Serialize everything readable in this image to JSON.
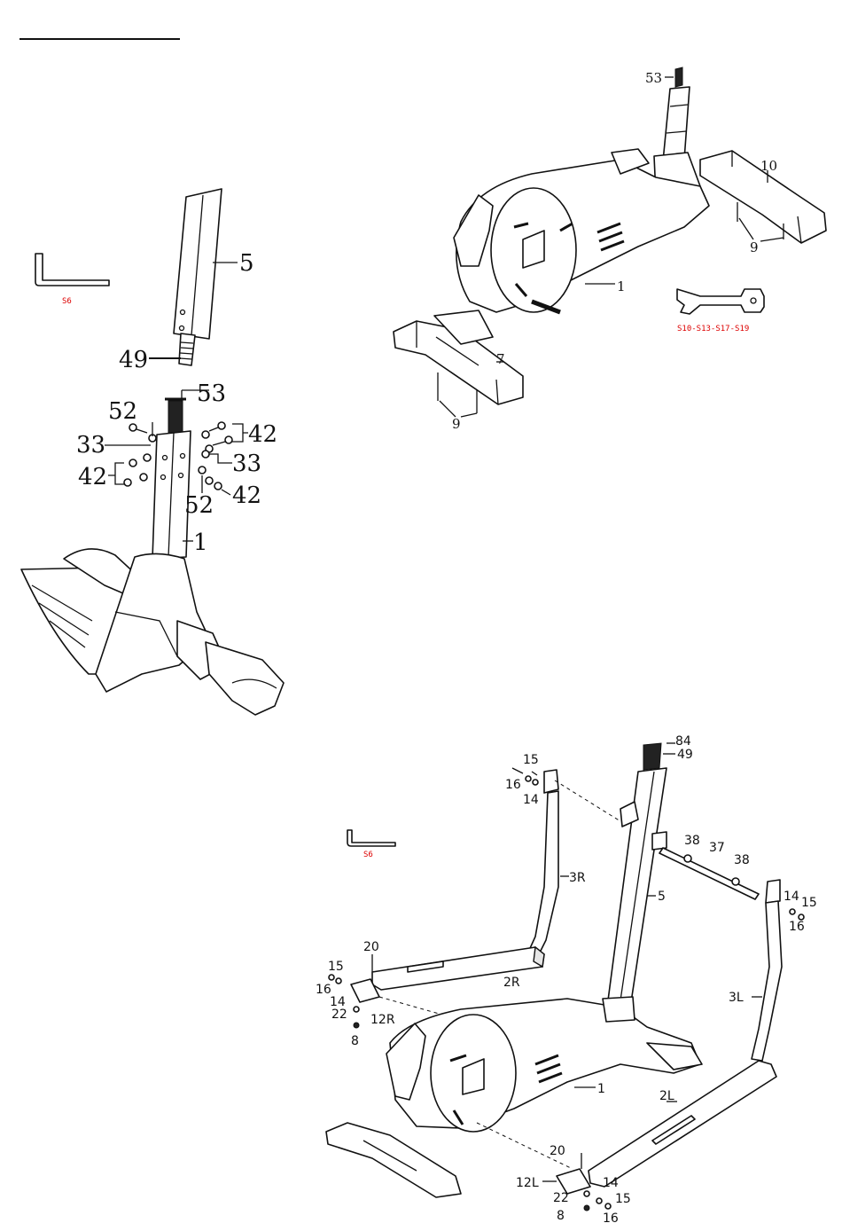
{
  "step_a": {
    "tool_label": "S6",
    "callouts": {
      "c5": "5",
      "c49": "49",
      "c53": "53",
      "c52a": "52",
      "c42a": "42",
      "c33a": "33",
      "c33b": "33",
      "c42b": "42",
      "c42c": "42",
      "c52b": "52",
      "c1": "1"
    }
  },
  "step_b": {
    "tool_label": "S10-S13-S17-S19",
    "callouts": {
      "c53": "53",
      "c10": "10",
      "c9a": "9",
      "c1": "1",
      "c7": "7",
      "c9b": "9"
    }
  },
  "step_c": {
    "tool_label": "S6",
    "callouts": {
      "c84": "84",
      "c49": "49",
      "c15a": "15",
      "c16a": "16",
      "c14a": "14",
      "c3R": "3R",
      "c38a": "38",
      "c37": "37",
      "c38b": "38",
      "c5": "5",
      "c14b": "14",
      "c15b": "15",
      "c16b": "16",
      "c20a": "20",
      "c15c": "15",
      "c16c": "16",
      "c14c": "14",
      "c2R": "2R",
      "c22a": "22",
      "c12R": "12R",
      "c8a": "8",
      "c3L": "3L",
      "c1": "1",
      "c2L": "2L",
      "c20b": "20",
      "c12L": "12L",
      "c14d": "14",
      "c22b": "22",
      "c15d": "15",
      "c8b": "8",
      "c16d": "16"
    }
  }
}
